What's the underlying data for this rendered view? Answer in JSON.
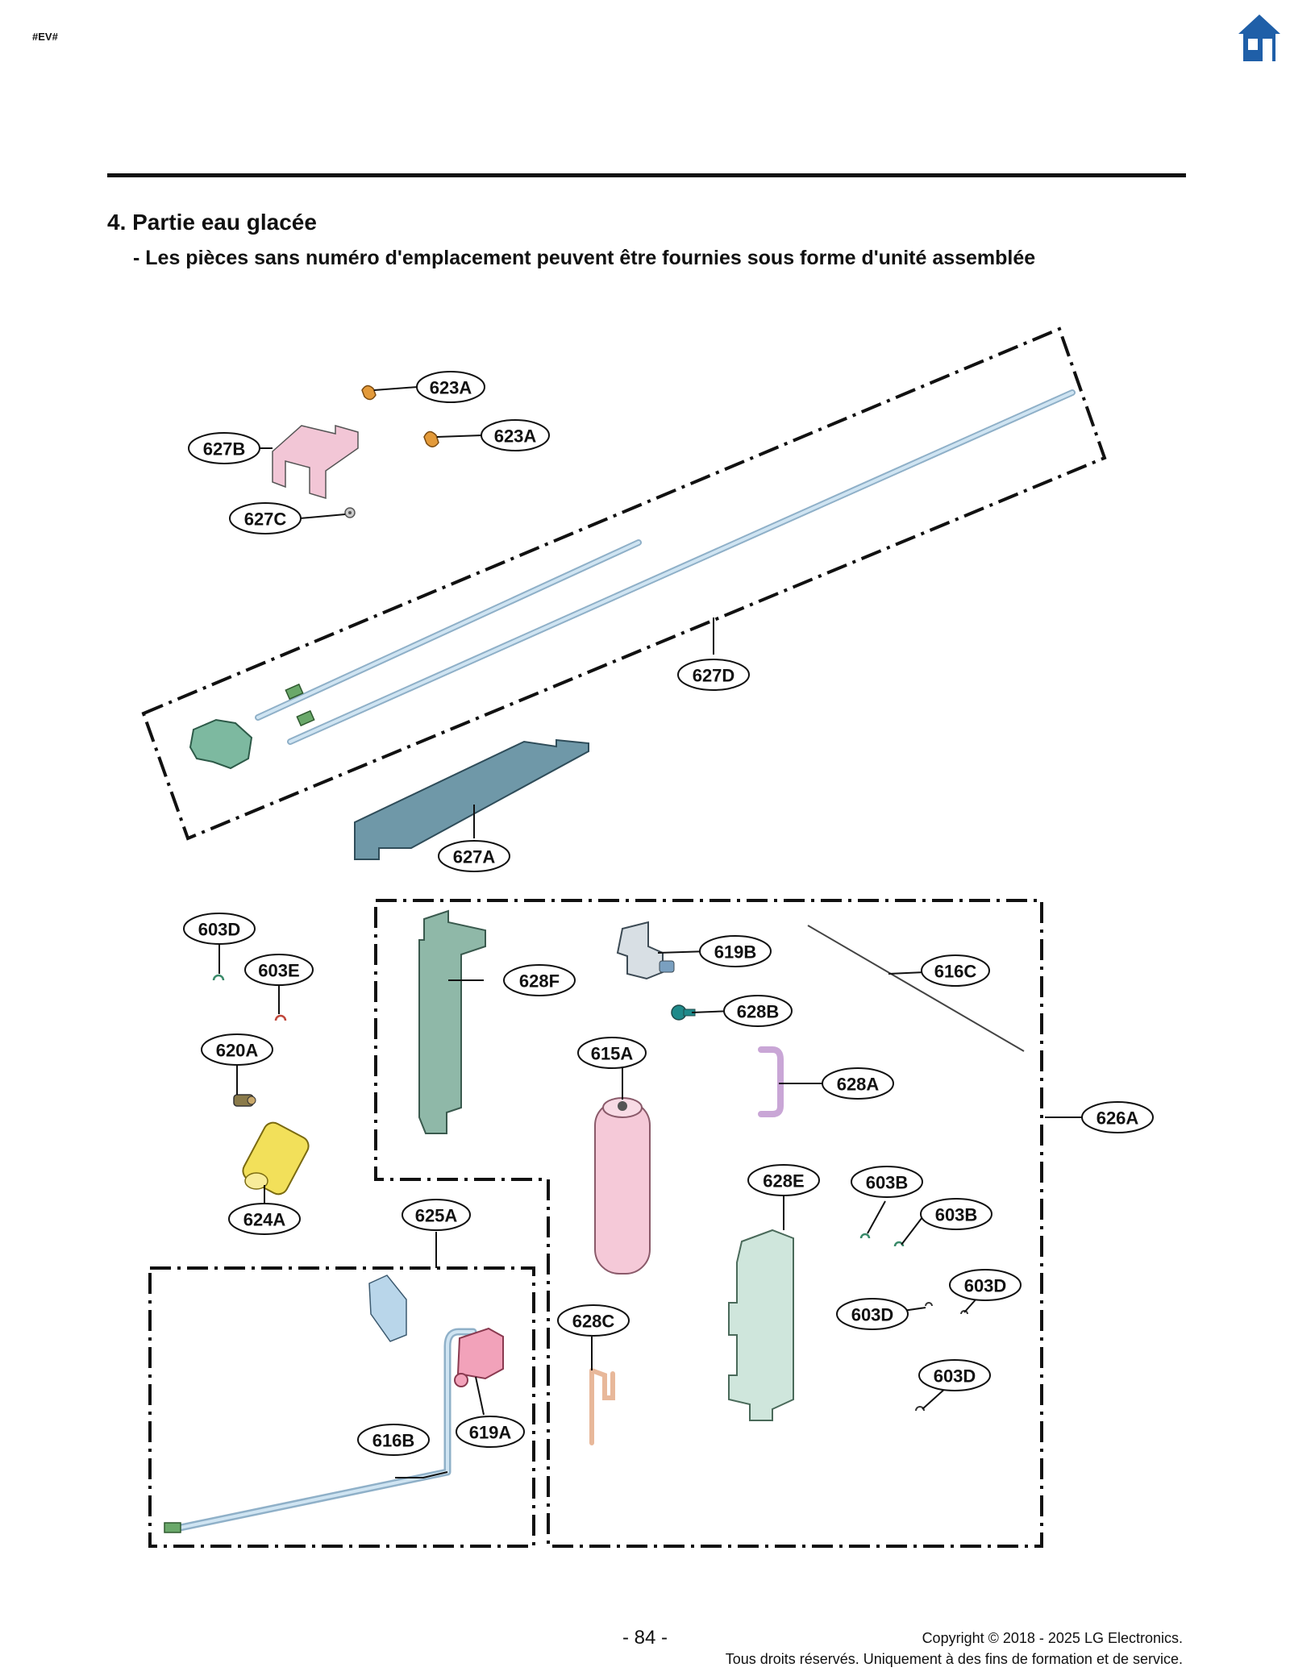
{
  "header": {
    "code": "#EV#",
    "home_icon": "home-icon"
  },
  "section": {
    "title": "4. Partie eau glacée",
    "note": "- Les pièces sans numéro d'emplacement peuvent être fournies sous forme d'unité assemblée"
  },
  "parts": {
    "p623A_1": "623A",
    "p623A_2": "623A",
    "p627B": "627B",
    "p627C": "627C",
    "p627D": "627D",
    "p627A": "627A",
    "p603D_1": "603D",
    "p603E": "603E",
    "p620A": "620A",
    "p624A": "624A",
    "p625A": "625A",
    "p616B": "616B",
    "p619A": "619A",
    "p628F": "628F",
    "p619B": "619B",
    "p628B": "628B",
    "p616C": "616C",
    "p615A": "615A",
    "p628A": "628A",
    "p626A": "626A",
    "p628E": "628E",
    "p603B_1": "603B",
    "p603B_2": "603B",
    "p603D_2": "603D",
    "p603D_3": "603D",
    "p603D_4": "603D",
    "p628C": "628C"
  },
  "colors": {
    "tube": "#b9d6ea",
    "plate": "#6f98a8",
    "bracket_pink": "#f2c6d6",
    "clamp_orange": "#e39a3a",
    "filter_pink": "#f5c9d8",
    "housing_green": "#cfe6dc",
    "capacitor_yellow": "#f2e05a"
  },
  "footer": {
    "page": "- 84 -",
    "copyright": "Copyright © 2018 - 2025 LG Electronics.",
    "rights": "Tous droits réservés. Uniquement à des fins de formation et de service."
  }
}
